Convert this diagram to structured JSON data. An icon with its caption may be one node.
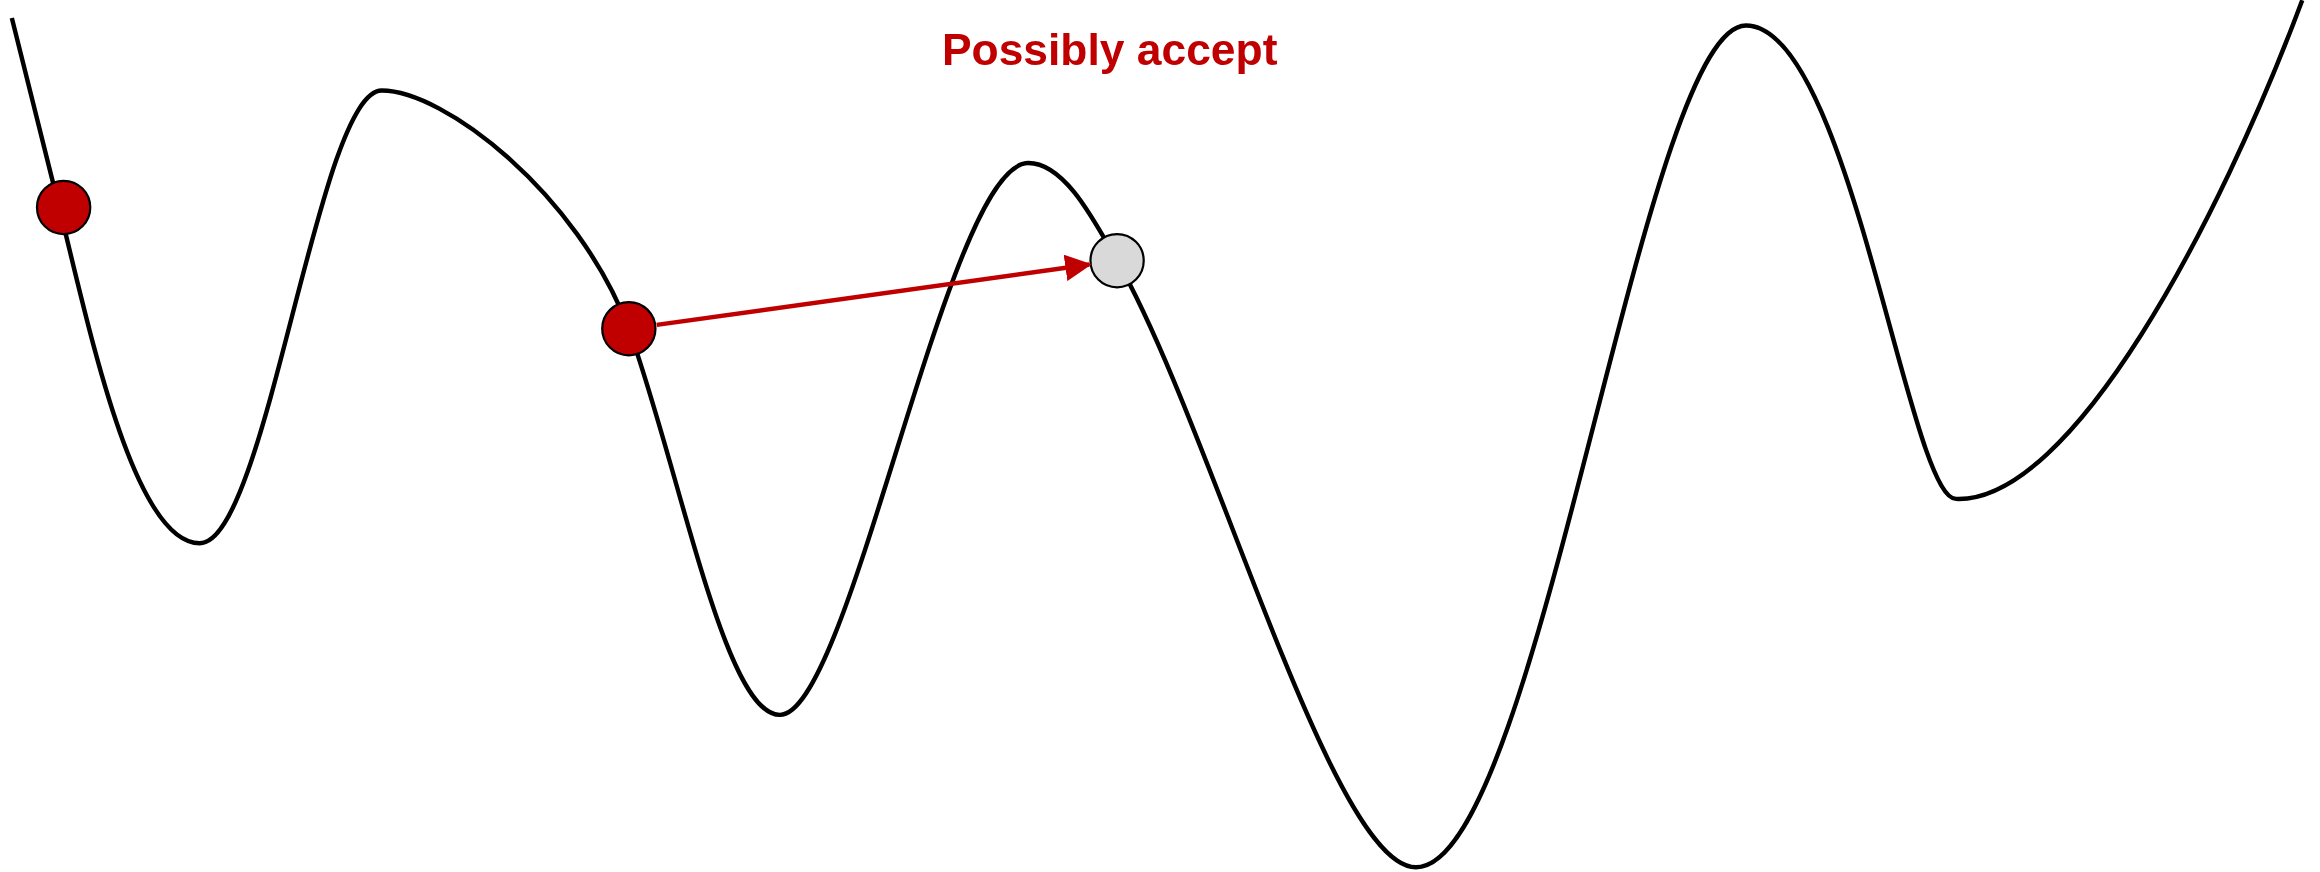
{
  "diagram": {
    "nodes": [
      {
        "text": [],
        "shape": "circle"
      },
      {
        "text": [],
        "shape": "circle"
      },
      {
        "text": [],
        "shape": "circle"
      }
    ],
    "edges": [
      {
        "from": 1,
        "to": 2,
        "arrow": "to"
      }
    ],
    "labels": [
      "Possibly accept"
    ]
  }
}
